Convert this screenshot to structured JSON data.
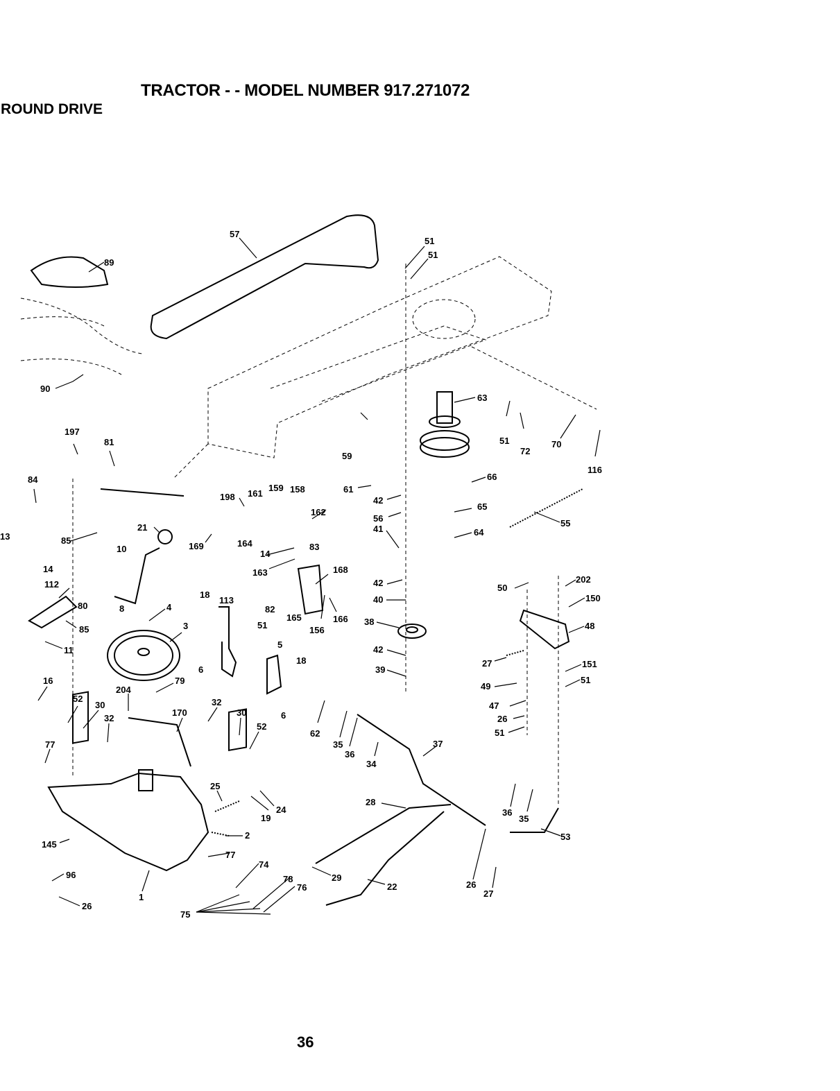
{
  "header": {
    "title": "TRACTOR - - MODEL NUMBER 917.271072",
    "section": ";ROUND DRIVE"
  },
  "footer": {
    "page_number": "36"
  },
  "callouts": [
    {
      "id": "c57",
      "text": "57"
    },
    {
      "id": "c89",
      "text": "89"
    },
    {
      "id": "c90",
      "text": "90"
    },
    {
      "id": "c51a",
      "text": "51"
    },
    {
      "id": "c51b",
      "text": "51"
    },
    {
      "id": "c63",
      "text": "63"
    },
    {
      "id": "c51c",
      "text": "51"
    },
    {
      "id": "c72",
      "text": "72"
    },
    {
      "id": "c70",
      "text": "70"
    },
    {
      "id": "c116",
      "text": "116"
    },
    {
      "id": "c197",
      "text": "197"
    },
    {
      "id": "c81",
      "text": "81"
    },
    {
      "id": "c84",
      "text": "84"
    },
    {
      "id": "c85a",
      "text": "85"
    },
    {
      "id": "c13",
      "text": "13"
    },
    {
      "id": "c14a",
      "text": "14"
    },
    {
      "id": "c112",
      "text": "112"
    },
    {
      "id": "c80",
      "text": "80"
    },
    {
      "id": "c85b",
      "text": "85"
    },
    {
      "id": "c11",
      "text": "11"
    },
    {
      "id": "c21",
      "text": "21"
    },
    {
      "id": "c10",
      "text": "10"
    },
    {
      "id": "c8",
      "text": "8"
    },
    {
      "id": "c4",
      "text": "4"
    },
    {
      "id": "c3",
      "text": "3"
    },
    {
      "id": "c169",
      "text": "169"
    },
    {
      "id": "c198",
      "text": "198"
    },
    {
      "id": "c161",
      "text": "161"
    },
    {
      "id": "c159",
      "text": "159"
    },
    {
      "id": "c158",
      "text": "158"
    },
    {
      "id": "c162",
      "text": "162"
    },
    {
      "id": "c164",
      "text": "164"
    },
    {
      "id": "c14b",
      "text": "14"
    },
    {
      "id": "c83",
      "text": "83"
    },
    {
      "id": "c163",
      "text": "163"
    },
    {
      "id": "c168",
      "text": "168"
    },
    {
      "id": "c165",
      "text": "165"
    },
    {
      "id": "c166",
      "text": "166"
    },
    {
      "id": "c156",
      "text": "156"
    },
    {
      "id": "c82",
      "text": "82"
    },
    {
      "id": "c18a",
      "text": "18"
    },
    {
      "id": "c113",
      "text": "113"
    },
    {
      "id": "c51d",
      "text": "51"
    },
    {
      "id": "c5",
      "text": "5"
    },
    {
      "id": "c18b",
      "text": "18"
    },
    {
      "id": "c6a",
      "text": "6"
    },
    {
      "id": "c6b",
      "text": "6"
    },
    {
      "id": "c59",
      "text": "59"
    },
    {
      "id": "c61",
      "text": "61"
    },
    {
      "id": "c42a",
      "text": "42"
    },
    {
      "id": "c56",
      "text": "56"
    },
    {
      "id": "c66",
      "text": "66"
    },
    {
      "id": "c65",
      "text": "65"
    },
    {
      "id": "c64",
      "text": "64"
    },
    {
      "id": "c55",
      "text": "55"
    },
    {
      "id": "c41",
      "text": "41"
    },
    {
      "id": "c42b",
      "text": "42"
    },
    {
      "id": "c40",
      "text": "40"
    },
    {
      "id": "c38",
      "text": "38"
    },
    {
      "id": "c42c",
      "text": "42"
    },
    {
      "id": "c39",
      "text": "39"
    },
    {
      "id": "c50",
      "text": "50"
    },
    {
      "id": "c202",
      "text": "202"
    },
    {
      "id": "c150",
      "text": "150"
    },
    {
      "id": "c48",
      "text": "48"
    },
    {
      "id": "c27a",
      "text": "27"
    },
    {
      "id": "c151",
      "text": "151"
    },
    {
      "id": "c51e",
      "text": "51"
    },
    {
      "id": "c49",
      "text": "49"
    },
    {
      "id": "c47",
      "text": "47"
    },
    {
      "id": "c26a",
      "text": "26"
    },
    {
      "id": "c51f",
      "text": "51"
    },
    {
      "id": "c16",
      "text": "16"
    },
    {
      "id": "c204",
      "text": "204"
    },
    {
      "id": "c79",
      "text": "79"
    },
    {
      "id": "c52a",
      "text": "52"
    },
    {
      "id": "c30a",
      "text": "30"
    },
    {
      "id": "c32a",
      "text": "32"
    },
    {
      "id": "c77a",
      "text": "77"
    },
    {
      "id": "c170",
      "text": "170"
    },
    {
      "id": "c32b",
      "text": "32"
    },
    {
      "id": "c30b",
      "text": "30"
    },
    {
      "id": "c52b",
      "text": "52"
    },
    {
      "id": "c62",
      "text": "62"
    },
    {
      "id": "c35a",
      "text": "35"
    },
    {
      "id": "c36a",
      "text": "36"
    },
    {
      "id": "c34",
      "text": "34"
    },
    {
      "id": "c37",
      "text": "37"
    },
    {
      "id": "c25",
      "text": "25"
    },
    {
      "id": "c19",
      "text": "19"
    },
    {
      "id": "c24",
      "text": "24"
    },
    {
      "id": "c2",
      "text": "2"
    },
    {
      "id": "c77b",
      "text": "77"
    },
    {
      "id": "c74",
      "text": "74"
    },
    {
      "id": "c78",
      "text": "78"
    },
    {
      "id": "c76",
      "text": "76"
    },
    {
      "id": "c75",
      "text": "75"
    },
    {
      "id": "c28",
      "text": "28"
    },
    {
      "id": "c29",
      "text": "29"
    },
    {
      "id": "c22",
      "text": "22"
    },
    {
      "id": "c36b",
      "text": "36"
    },
    {
      "id": "c35b",
      "text": "35"
    },
    {
      "id": "c53",
      "text": "53"
    },
    {
      "id": "c26b",
      "text": "26"
    },
    {
      "id": "c27b",
      "text": "27"
    },
    {
      "id": "c145",
      "text": "145"
    },
    {
      "id": "c96",
      "text": "96"
    },
    {
      "id": "c1",
      "text": "1"
    },
    {
      "id": "c26c",
      "text": "26"
    }
  ]
}
